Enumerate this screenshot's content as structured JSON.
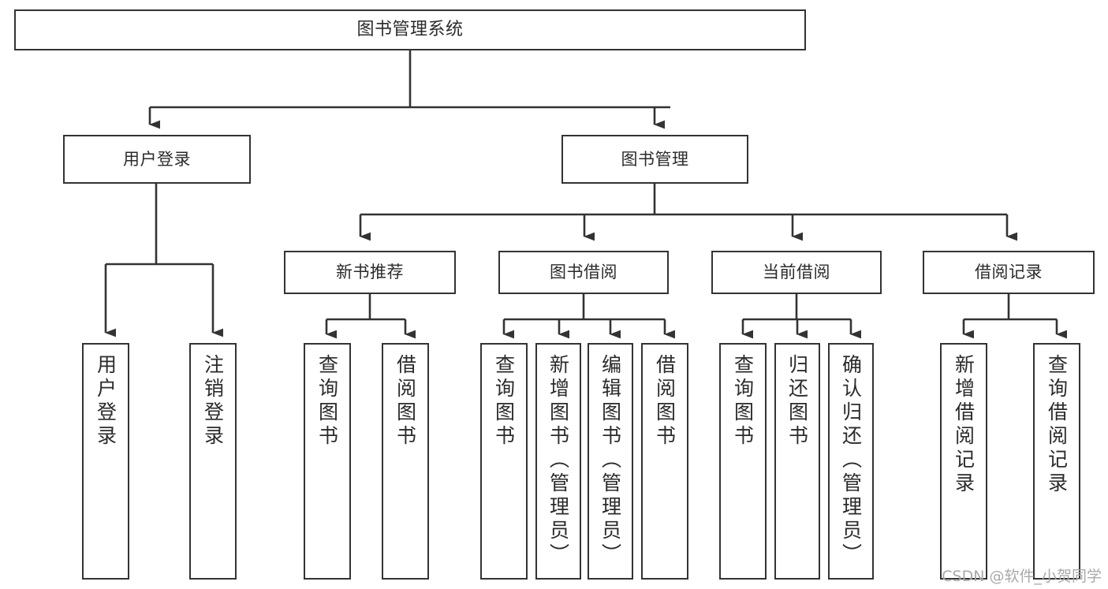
{
  "diagram": {
    "title": "图书管理系统",
    "type": "tree-hierarchy-diagram",
    "watermark": "CSDN @软件_小贺同学",
    "colors": {
      "stroke": "#333333",
      "background": "#ffffff",
      "text": "#2b2b2b",
      "watermark": "#a9a9a9"
    }
  },
  "nodes": {
    "root": {
      "label": "图书管理系统"
    },
    "level1": [
      {
        "label": "用户登录"
      },
      {
        "label": "图书管理"
      }
    ],
    "level2": [
      {
        "label": "新书推荐"
      },
      {
        "label": "图书借阅"
      },
      {
        "label": "当前借阅"
      },
      {
        "label": "借阅记录"
      }
    ],
    "leaves": {
      "user_login": [
        {
          "label": "用户登录"
        },
        {
          "label": "注销登录"
        }
      ],
      "new_book_recommend": [
        {
          "label": "查询图书"
        },
        {
          "label": "借阅图书"
        }
      ],
      "book_borrow": [
        {
          "label": "查询图书"
        },
        {
          "label": "新增图书（管理员）"
        },
        {
          "label": "编辑图书（管理员）"
        },
        {
          "label": "借阅图书"
        }
      ],
      "current_borrow": [
        {
          "label": "查询图书"
        },
        {
          "label": "归还图书"
        },
        {
          "label": "确认归还（管理员）"
        }
      ],
      "borrow_records": [
        {
          "label": "新增借阅记录"
        },
        {
          "label": "查询借阅记录"
        }
      ]
    }
  }
}
